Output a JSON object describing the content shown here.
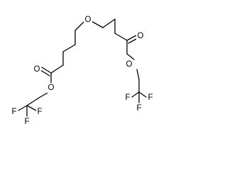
{
  "molecule": {
    "atoms": [
      {
        "id": "o_ether",
        "label": "O"
      },
      {
        "id": "o_carbonyl_left",
        "label": "O"
      },
      {
        "id": "o_ester_left",
        "label": "O"
      },
      {
        "id": "o_carbonyl_right",
        "label": "O"
      },
      {
        "id": "o_ester_right",
        "label": "O"
      },
      {
        "id": "f_left_1",
        "label": "F"
      },
      {
        "id": "f_left_2",
        "label": "F"
      },
      {
        "id": "f_left_3",
        "label": "F"
      },
      {
        "id": "f_right_1",
        "label": "F"
      },
      {
        "id": "f_right_2",
        "label": "F"
      },
      {
        "id": "f_right_3",
        "label": "F"
      }
    ],
    "colors": {
      "bond": "#000000",
      "label": "#000000",
      "background": "#ffffff"
    }
  }
}
